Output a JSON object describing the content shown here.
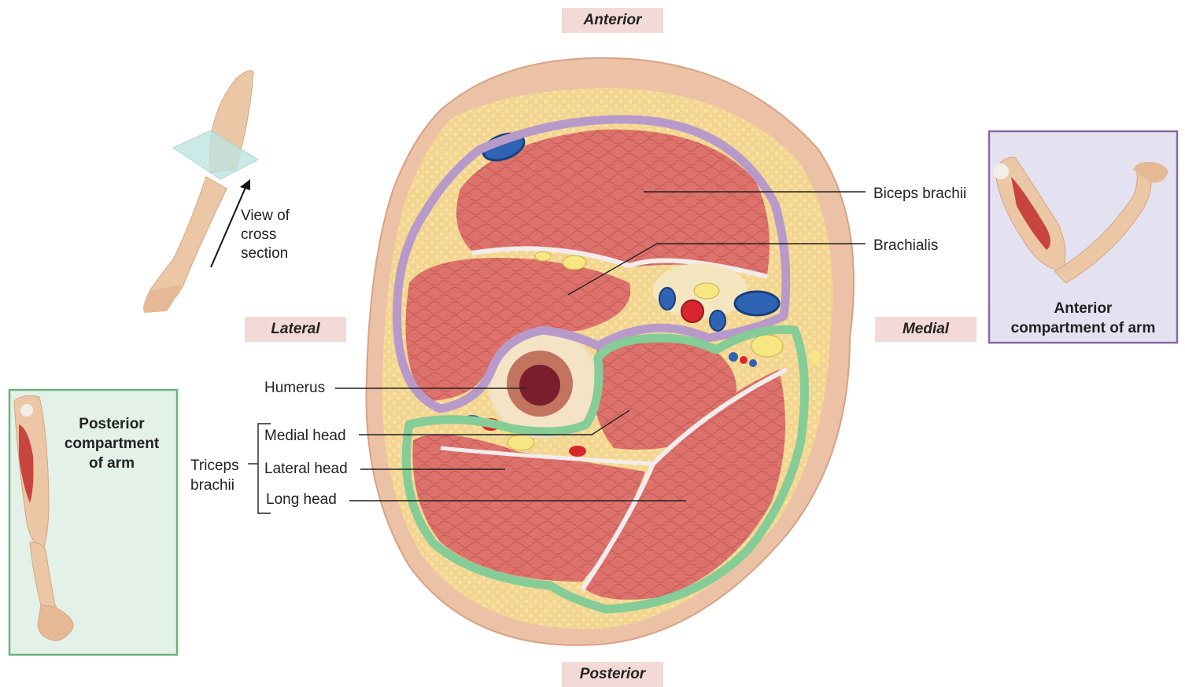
{
  "orientation": {
    "anterior": "Anterior",
    "posterior": "Posterior",
    "lateral": "Lateral",
    "medial": "Medial"
  },
  "labels": {
    "view_of_cross_section": [
      "View of",
      "cross",
      "section"
    ],
    "biceps_brachii": "Biceps brachii",
    "brachialis": "Brachialis",
    "humerus": "Humerus",
    "triceps_brachii": [
      "Triceps",
      "brachii"
    ],
    "medial_head": "Medial head",
    "lateral_head": "Lateral head",
    "long_head": "Long head"
  },
  "boxes": {
    "anterior_compartment": [
      "Anterior",
      "compartment of arm"
    ],
    "posterior_compartment": [
      "Posterior",
      "compartment",
      "of arm"
    ]
  },
  "colors": {
    "anterior_outline": "#b79ac9",
    "posterior_outline": "#86cc96",
    "anterior_box_border": "#8c6aa3",
    "posterior_box_border": "#6cb37f",
    "label_bg": "#f3dad6"
  }
}
